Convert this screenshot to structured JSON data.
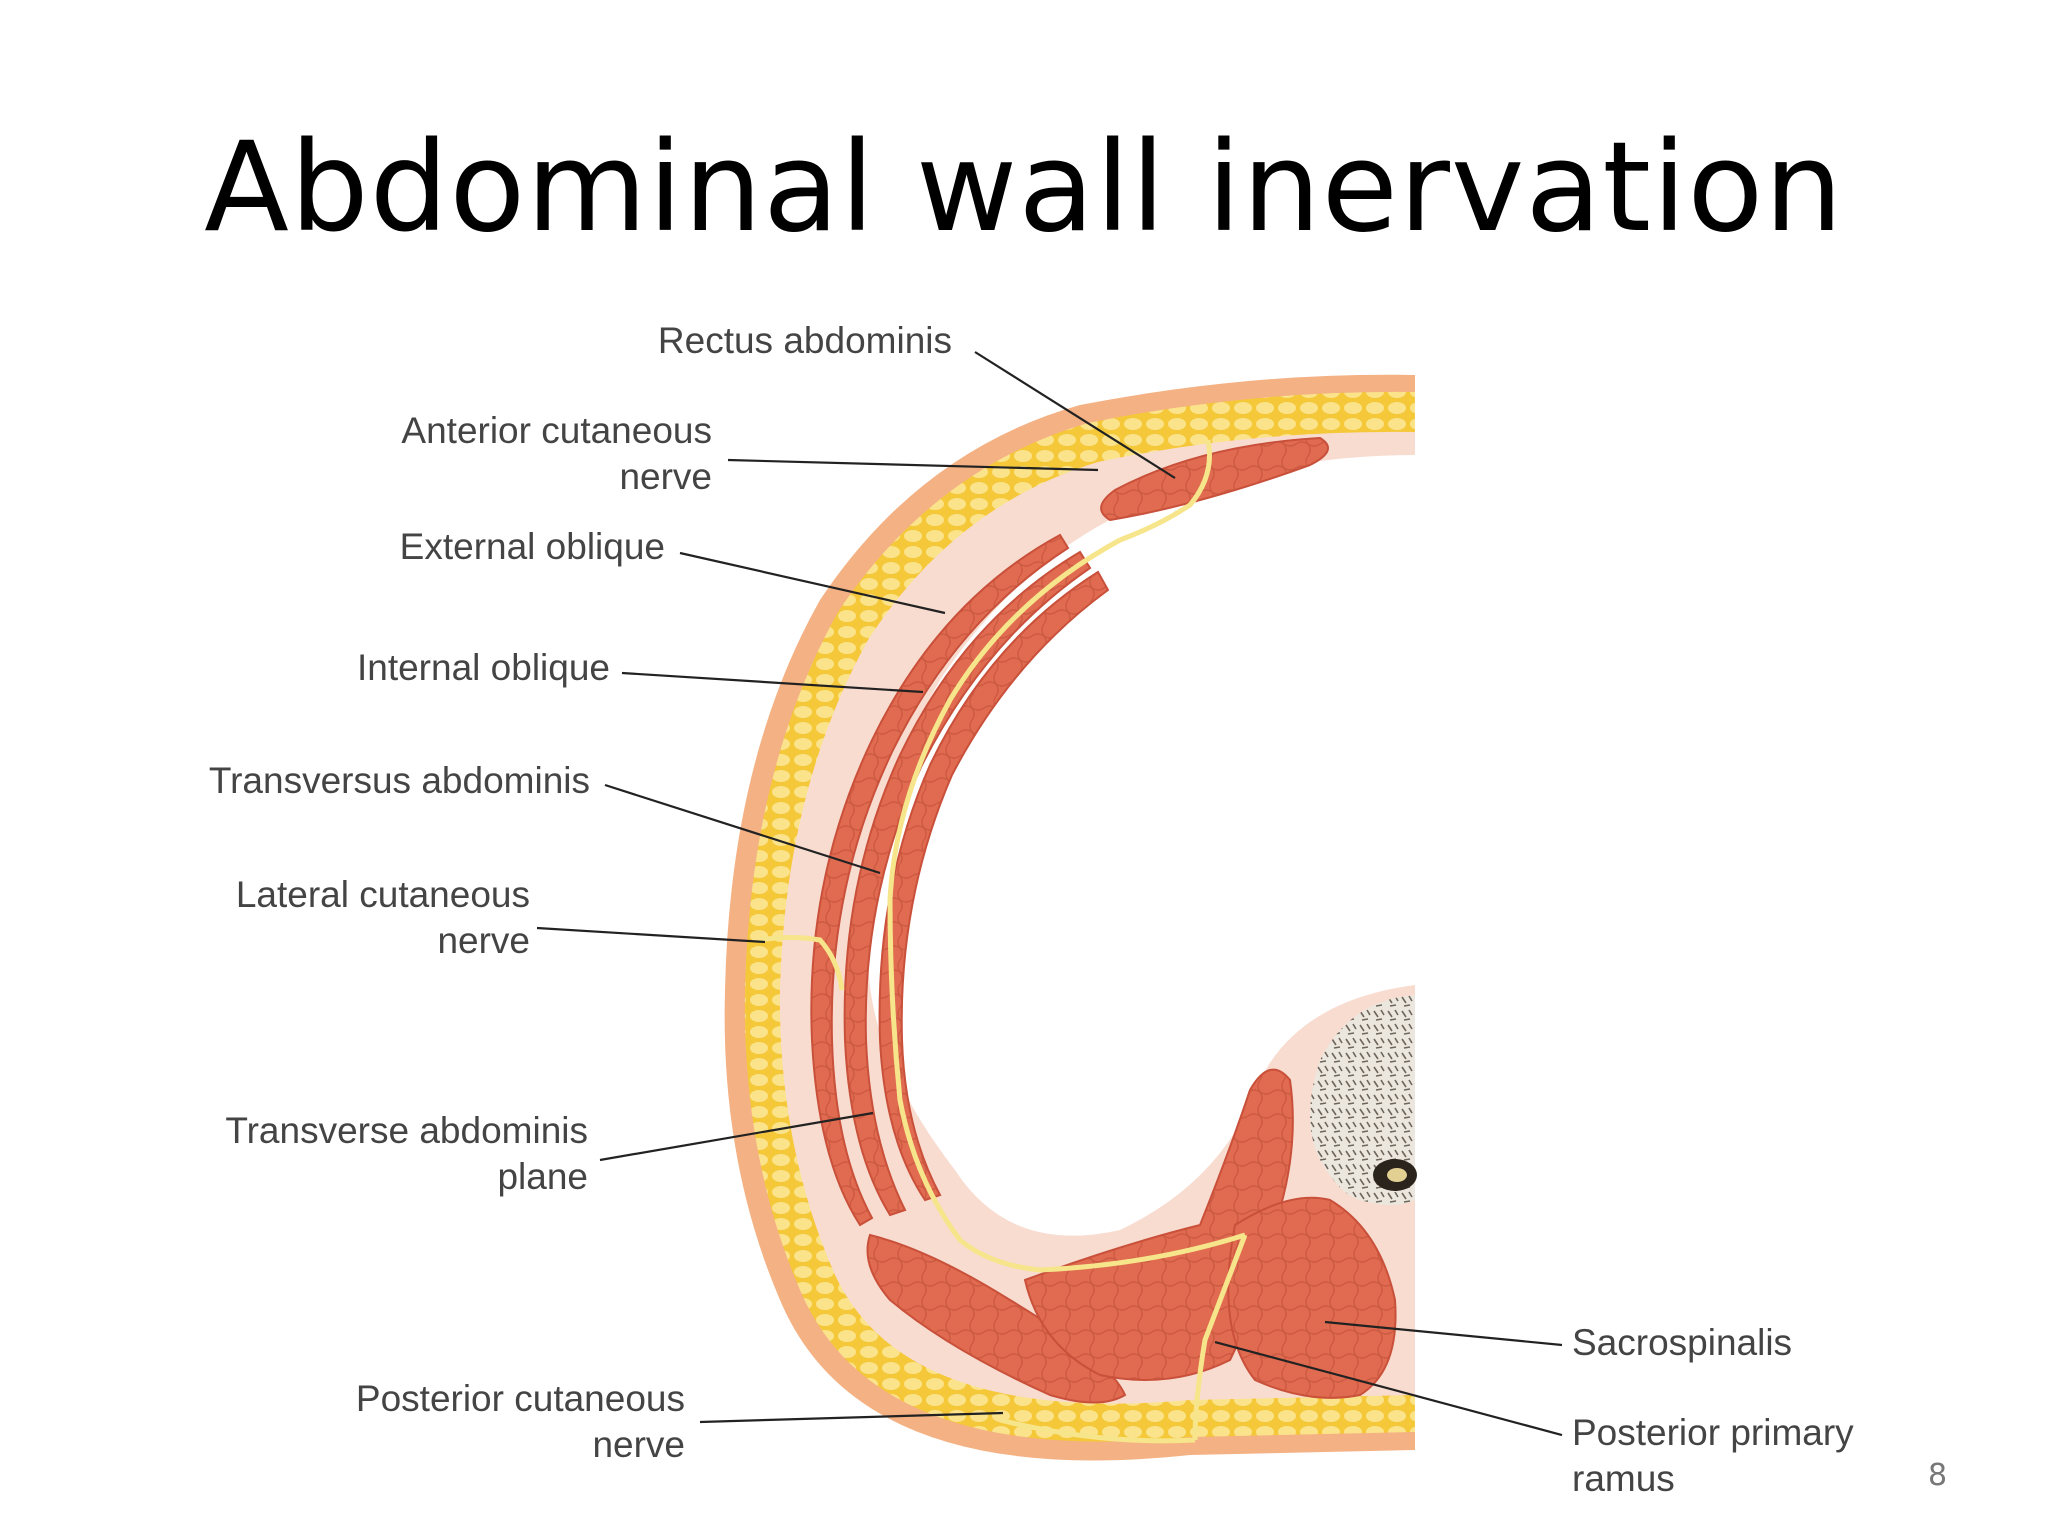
{
  "slide": {
    "title": "Abdominal wall inervation",
    "page_number": "8"
  },
  "labels": {
    "rectus_abdominis": "Rectus abdominis",
    "anterior_cutaneous_nerve_1": "Anterior cutaneous",
    "anterior_cutaneous_nerve_2": "nerve",
    "external_oblique": "External oblique",
    "internal_oblique": "Internal oblique",
    "transversus_abdominis": "Transversus abdominis",
    "lateral_cutaneous_nerve_1": "Lateral cutaneous",
    "lateral_cutaneous_nerve_2": "nerve",
    "transverse_abdominis_plane_1": "Transverse abdominis",
    "transverse_abdominis_plane_2": "plane",
    "posterior_cutaneous_nerve_1": "Posterior cutaneous",
    "posterior_cutaneous_nerve_2": "nerve",
    "sacrospinalis": "Sacrospinalis",
    "posterior_primary_ramus_1": "Posterior primary",
    "posterior_primary_ramus_2": "ramus"
  },
  "colors": {
    "skin": "#f4b183",
    "fat": "#f7d14b",
    "fat_globule": "#f9e07d",
    "muscle": "#e06b50",
    "muscle_edge": "#c9503a",
    "fascia": "#f8dcd0",
    "nerve": "#f6e58a",
    "bone": "#e3ddd2",
    "leader": "#222222"
  }
}
